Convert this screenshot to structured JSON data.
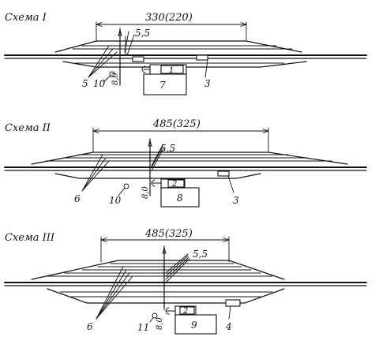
{
  "colors": {
    "ink": "#111111",
    "paper": "#ffffff"
  },
  "schemes": [
    {
      "title": "Схема I",
      "dimension": "330(220)",
      "height_label": "8,0",
      "spacing_label": "5,5",
      "building_main": "7",
      "building_small": "1",
      "callouts": {
        "tracks": "5",
        "light": "10",
        "cabin": "3"
      }
    },
    {
      "title": "Схема II",
      "dimension": "485(325)",
      "height_label": "8,0",
      "spacing_label": "5,5",
      "building_main": "8",
      "building_small": "2",
      "callouts": {
        "tracks": "6",
        "light": "10",
        "cabin": "3"
      }
    },
    {
      "title": "Схема III",
      "dimension": "485(325)",
      "height_label": "8,0",
      "spacing_label": "5,5",
      "building_main": "9",
      "building_small": "2",
      "callouts": {
        "tracks": "6",
        "light": "11",
        "cabin": "4"
      }
    }
  ]
}
